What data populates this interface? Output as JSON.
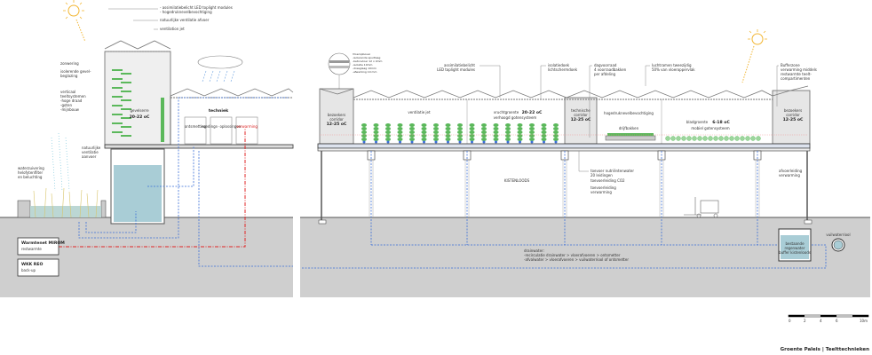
{
  "left_section": {
    "tower_labels": [
      "- assimilatiebelicht LED toplight modules",
      "- hogedruknevelbevochtiging",
      "natuurlijke ventilatie afvoer",
      "ventilation jet"
    ],
    "facade_labels": [
      "zonwering",
      "isolerende gevel-",
      "beglazing",
      "verticaal",
      "teeltsystemen",
      "-hoge draad",
      "-goten",
      "-mijnbouw"
    ],
    "gevelserre": {
      "name": "gevelserre",
      "temp": "20-22 oC"
    },
    "natural_ventilation_intake": [
      "natuurlijke",
      "ventilatie",
      "aanvoer"
    ],
    "water_purification": [
      "waterzuivering",
      "helofytenfilter",
      "en beluchting"
    ],
    "techniek": {
      "title": "techniek",
      "rooms": [
        "ontsmetting",
        "voedings-\noplossingen",
        "verwarming"
      ]
    },
    "boxes": [
      {
        "title": "Warmtenet MIROM",
        "subtitle": "restwarmte"
      },
      {
        "title": "WKK REO",
        "subtitle": "back-up"
      }
    ]
  },
  "right_section": {
    "floor_legend": [
      "Vloeropbouw:",
      "-isolerende spuitlaag",
      "-betonvloer 12 x 4mm",
      "-isolatie 10mm",
      "-draaglaag 10mm",
      "-afwerking 10 mm"
    ],
    "top_labels": [
      [
        "assimilatiebelicht",
        "LED toplight modules"
      ],
      [
        "isolatiedoek",
        "lichtschermdoek"
      ],
      [
        "dagvoorraad",
        "4 voorraadbakken",
        "per afdeling"
      ],
      [
        "luchtramen tweezijdig",
        "50% van vloeroppervlak"
      ],
      [
        "Bufferzone",
        "verwarming middels",
        "restwarmte teelt-",
        "compartimenten"
      ]
    ],
    "zones": [
      {
        "name": "bezoekers",
        "name2": "corridor",
        "temp": "12-25 oC"
      },
      {
        "name": "ventilatie jet"
      },
      {
        "name": "vruchtgroente",
        "temp": "20-22 oC",
        "sub": "verhoogd gotensysteem"
      },
      {
        "name": "technische",
        "name2": "corridor",
        "temp": "12-25 oC"
      },
      {
        "name": "hogedruknevelbevochtiging",
        "sub": "drijfbakken"
      },
      {
        "name": "bladgroente",
        "temp": "6-18 oC",
        "sub": "mobiel gotensysteem"
      },
      {
        "name": "bezoekers",
        "name2": "corridor",
        "temp": "12-25 oC"
      }
    ],
    "kistenloods": "KISTENLOODS",
    "pipe_labels": [
      [
        "toevoer nutriëntenwater",
        "20 leidingen"
      ],
      [
        "toevoerleiding CO2"
      ],
      [
        "toevoerleiding",
        "verwarming"
      ],
      [
        "afvoerleiding",
        "verwarming"
      ]
    ],
    "drainwater": [
      "drainwater:",
      "-recirculatie drainwater > vloerafvoeren > ontsmetter",
      "-afvalwater > vloerafvoeren > vuilwaterriool of ontsmetter"
    ],
    "tank": [
      "bestaande",
      "regenwater",
      "buffer kistenloods"
    ],
    "sewer": "vuilwaterriool"
  },
  "scale_bar": {
    "ticks": [
      "0",
      "2",
      "4",
      "6",
      "10m"
    ]
  },
  "footer_title": "Groente Paleis | Teelttechnieken",
  "colors": {
    "water": "#a9cdd6",
    "ground": "#cfcfcf",
    "plants": "#5bb85b",
    "heat": "#e02525",
    "water_lines": "#3a6fd8",
    "sun": "#f2b632"
  }
}
